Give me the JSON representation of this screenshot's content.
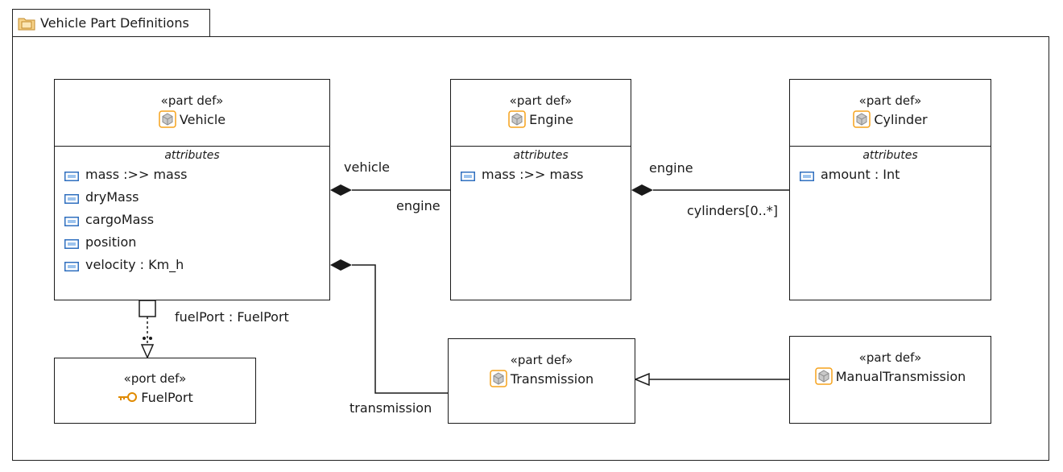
{
  "package": {
    "title": "Vehicle Part Definitions"
  },
  "colors": {
    "part_icon": "#f5a21b",
    "attribute_icon": "#2f6fbf",
    "port_icon": "#e08a00",
    "line": "#1a1a1a"
  },
  "nodes": {
    "vehicle": {
      "stereotype": "«part def»",
      "name": "Vehicle",
      "icon": "part-cube-icon",
      "compartment_title": "attributes",
      "attributes": [
        "mass :>> mass",
        "dryMass",
        "cargoMass",
        "position",
        "velocity : Km_h"
      ]
    },
    "engine": {
      "stereotype": "«part def»",
      "name": "Engine",
      "icon": "part-cube-icon",
      "compartment_title": "attributes",
      "attributes": [
        "mass :>> mass"
      ]
    },
    "cylinder": {
      "stereotype": "«part def»",
      "name": "Cylinder",
      "icon": "part-cube-icon",
      "compartment_title": "attributes",
      "attributes": [
        "amount : Int"
      ]
    },
    "fuelport": {
      "stereotype": "«port def»",
      "name": "FuelPort",
      "icon": "port-key-icon"
    },
    "transmission": {
      "stereotype": "«part def»",
      "name": "Transmission",
      "icon": "part-cube-icon"
    },
    "manual": {
      "stereotype": "«part def»",
      "name": "ManualTransmission",
      "icon": "part-cube-icon"
    }
  },
  "edge_labels": {
    "vehicle_engine_source": "vehicle",
    "vehicle_engine_target": "engine",
    "engine_cylinder_source": "engine",
    "engine_cylinder_target": "cylinders[0..*]",
    "vehicle_transmission_target": "transmission",
    "vehicle_port": "fuelPort : FuelPort"
  }
}
